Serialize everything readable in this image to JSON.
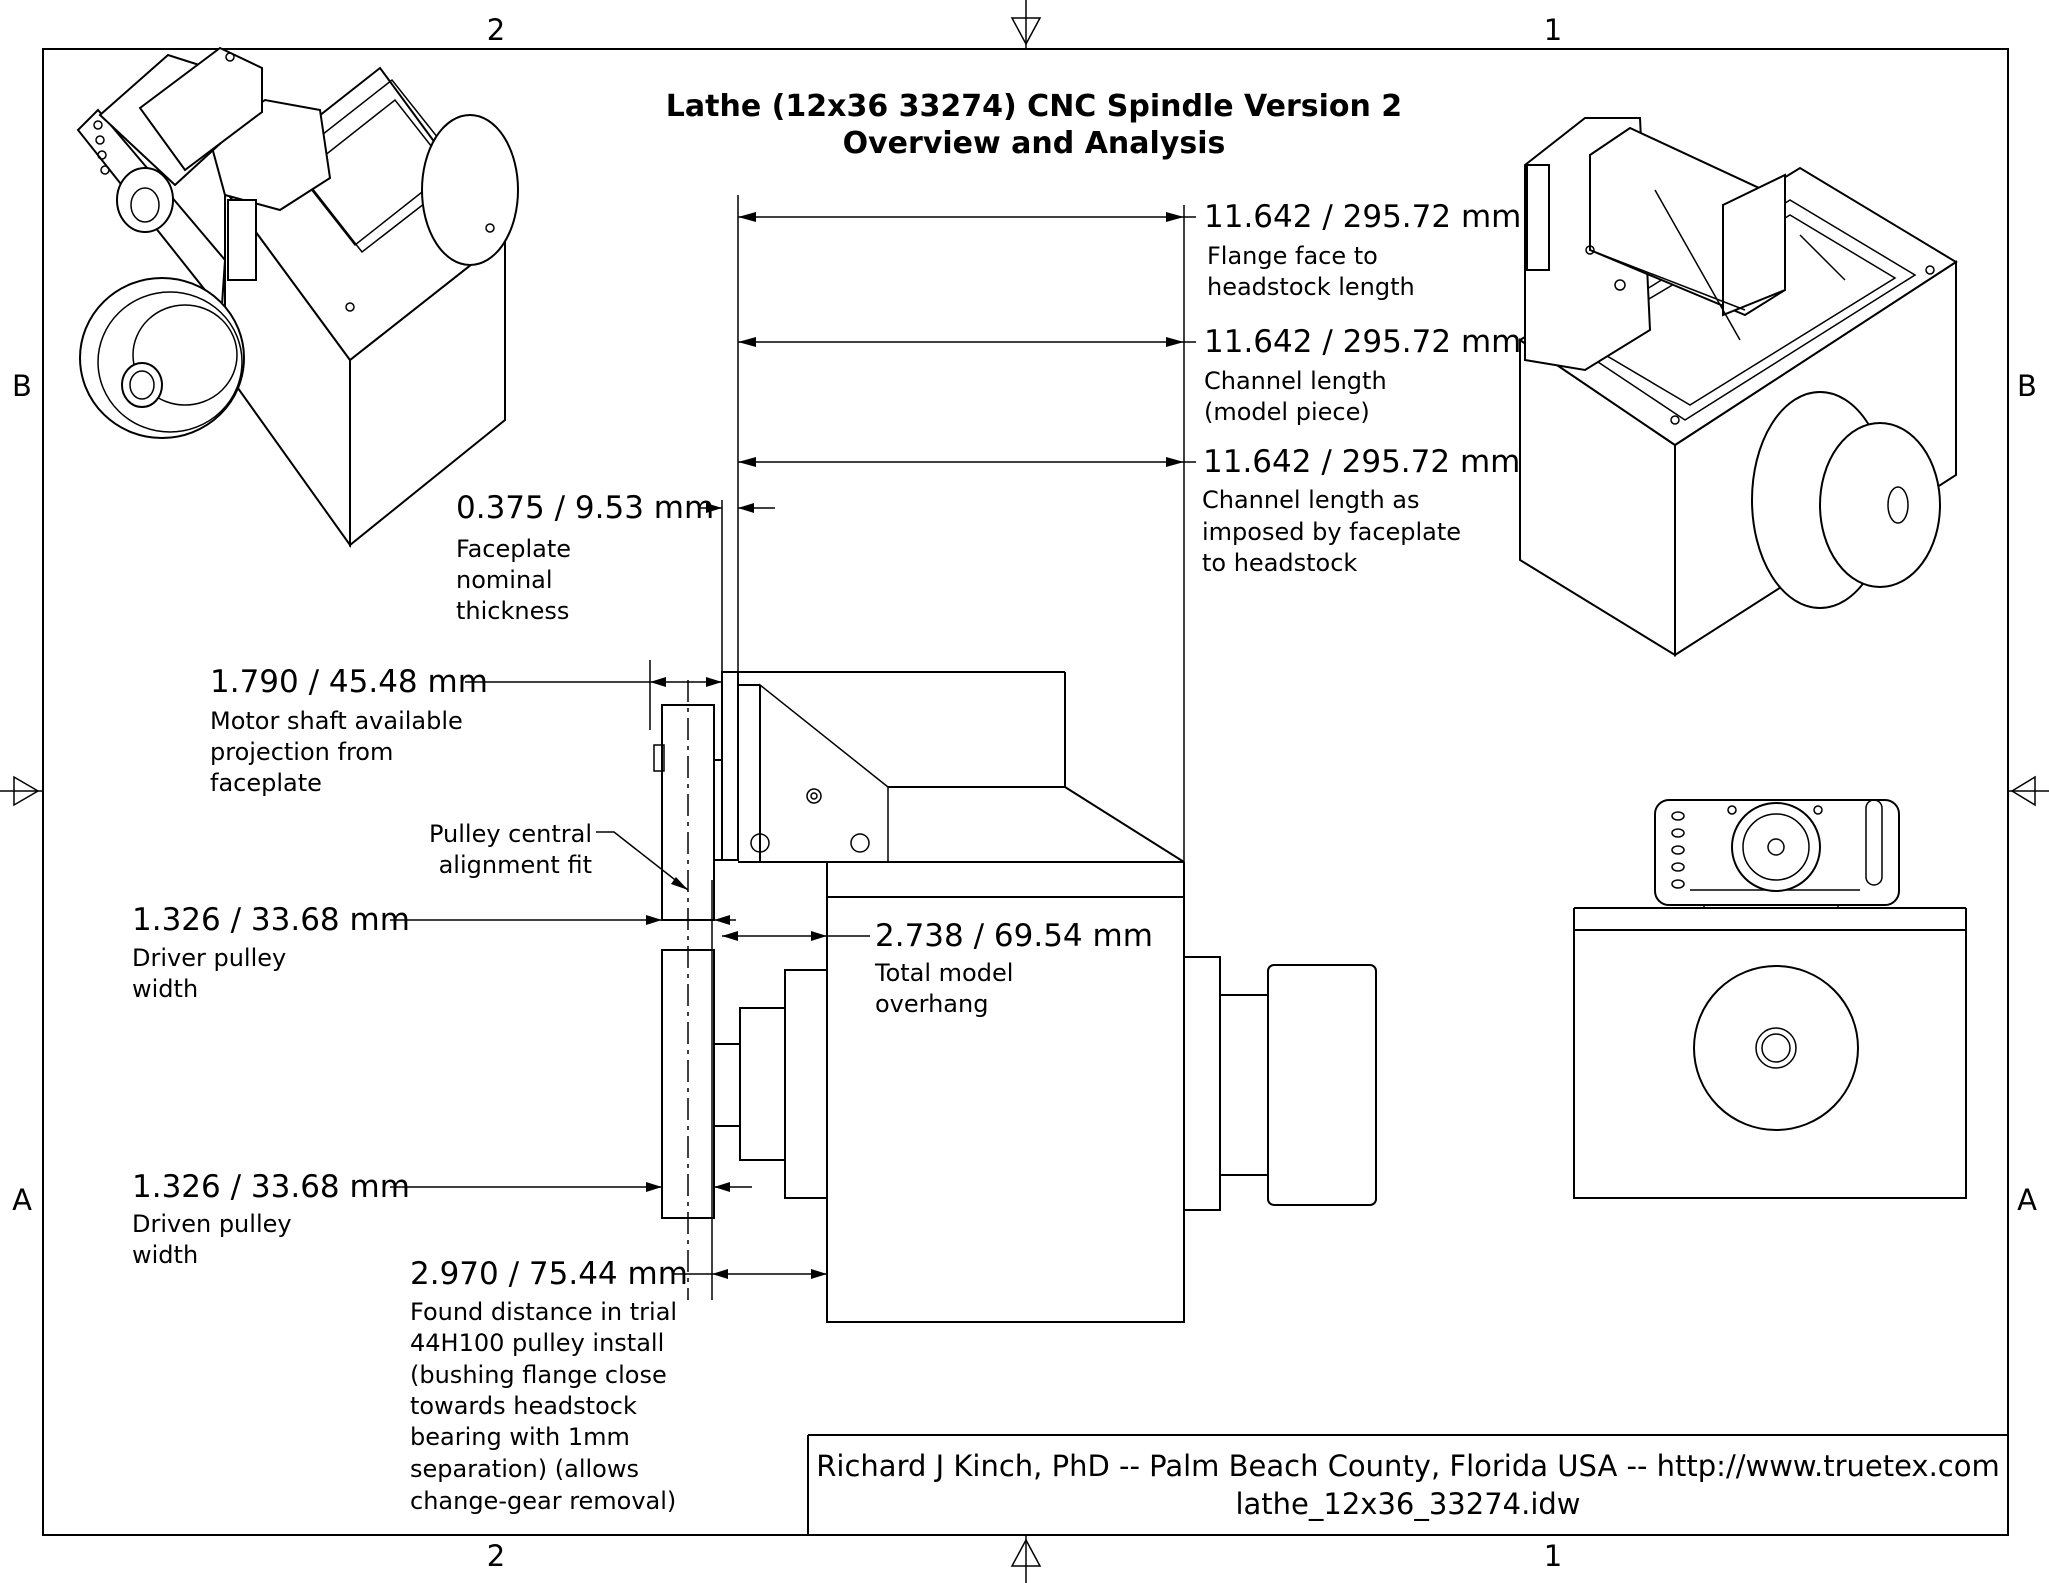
{
  "title": {
    "line1": "Lathe (12x36 33274) CNC Spindle Version 2",
    "line2": "Overview and Analysis"
  },
  "zones": {
    "col_left": "2",
    "col_right": "1",
    "row_upper": "B",
    "row_lower": "A"
  },
  "dimensions": [
    {
      "value": "11.642 / 295.72 mm",
      "lines": [
        "Flange face to",
        "headstock length"
      ]
    },
    {
      "value": "11.642 / 295.72 mm",
      "lines": [
        "Channel length",
        "(model piece)"
      ]
    },
    {
      "value": "11.642 / 295.72 mm",
      "lines": [
        "Channel length as",
        "imposed by faceplate",
        "to headstock"
      ]
    },
    {
      "value": "0.375 / 9.53 mm",
      "lines": [
        "Faceplate",
        "nominal",
        "thickness"
      ]
    },
    {
      "value": "1.790 / 45.48 mm",
      "lines": [
        "Motor shaft available",
        "projection from",
        "faceplate"
      ]
    },
    {
      "value": "",
      "lines": [
        "Pulley central",
        "alignment fit"
      ]
    },
    {
      "value": "1.326 / 33.68 mm",
      "lines": [
        "Driver pulley",
        "width"
      ]
    },
    {
      "value": "2.738 / 69.54 mm",
      "lines": [
        "Total model",
        "overhang"
      ]
    },
    {
      "value": "1.326 / 33.68 mm",
      "lines": [
        "Driven pulley",
        "width"
      ]
    },
    {
      "value": "2.970 / 75.44 mm",
      "lines": [
        "Found distance in trial",
        "44H100 pulley install",
        "(bushing flange close",
        "towards headstock",
        "bearing with 1mm",
        "separation) (allows",
        "change-gear removal)"
      ]
    }
  ],
  "title_block": {
    "author_line": "Richard J Kinch, PhD -- Palm Beach County, Florida USA -- http://www.truetex.com",
    "file_name": "lathe_12x36_33274.idw"
  },
  "views": [
    "isometric-view-left",
    "isometric-view-right",
    "side-elevation-view",
    "front-view"
  ]
}
